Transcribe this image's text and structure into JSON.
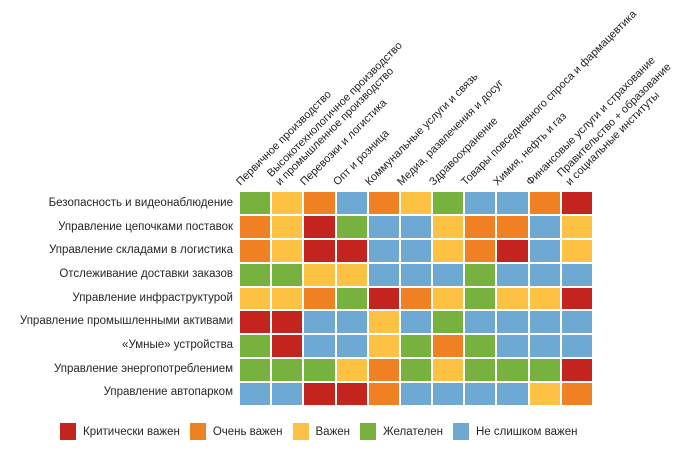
{
  "chart_data": {
    "type": "heatmap",
    "title": "",
    "grid": "2px white gaps between cells",
    "legend_position": "bottom",
    "palette": {
      "R": "#c4241e",
      "O": "#ef8122",
      "Y": "#fdc243",
      "G": "#77b13e",
      "B": "#6ea9d3"
    },
    "levels": {
      "R": "Критически важен",
      "O": "Очень важен",
      "Y": "Важен",
      "G": "Желателен",
      "B": "Не слишком важен"
    },
    "columns": [
      {
        "lines": [
          "Первичное производство"
        ]
      },
      {
        "lines": [
          "Высокотехнологичное производство",
          "и промышленное производство"
        ]
      },
      {
        "lines": [
          "Перевозки и логистика"
        ]
      },
      {
        "lines": [
          "Опт и розница"
        ]
      },
      {
        "lines": [
          "Коммунальные услуги и связь"
        ]
      },
      {
        "lines": [
          "Медиа, развлечения и досуг"
        ]
      },
      {
        "lines": [
          "Здравоохранение"
        ]
      },
      {
        "lines": [
          "Товары повседневного спроса и фармацевтика"
        ]
      },
      {
        "lines": [
          "Химия, нефть и газ"
        ]
      },
      {
        "lines": [
          "Финансовые услуги и страхование"
        ]
      },
      {
        "lines": [
          "Правительство + образование",
          "и социальные институты"
        ]
      }
    ],
    "rows": [
      "Безопасность и видеонаблюдение",
      "Управление цепочками поставок",
      "Управление складами в логистика",
      "Отслеживание доставки заказов",
      "Управление инфраструктурой",
      "Управление промышленными активами",
      "«Умные» устройства",
      "Управление энергопотреблением",
      "Управление автопарком"
    ],
    "cells": [
      [
        "G",
        "Y",
        "O",
        "B",
        "O",
        "Y",
        "G",
        "B",
        "B",
        "O",
        "R"
      ],
      [
        "O",
        "Y",
        "R",
        "G",
        "B",
        "B",
        "Y",
        "O",
        "O",
        "B",
        "Y"
      ],
      [
        "O",
        "Y",
        "R",
        "R",
        "B",
        "B",
        "Y",
        "O",
        "R",
        "B",
        "Y"
      ],
      [
        "G",
        "G",
        "Y",
        "Y",
        "B",
        "B",
        "B",
        "G",
        "B",
        "B",
        "B"
      ],
      [
        "Y",
        "Y",
        "O",
        "G",
        "R",
        "O",
        "Y",
        "G",
        "Y",
        "Y",
        "R"
      ],
      [
        "R",
        "R",
        "B",
        "B",
        "Y",
        "B",
        "G",
        "B",
        "B",
        "B",
        "B"
      ],
      [
        "G",
        "R",
        "B",
        "B",
        "Y",
        "G",
        "O",
        "G",
        "B",
        "B",
        "B"
      ],
      [
        "G",
        "G",
        "G",
        "Y",
        "O",
        "G",
        "Y",
        "G",
        "G",
        "G",
        "R"
      ],
      [
        "B",
        "B",
        "R",
        "R",
        "O",
        "B",
        "B",
        "B",
        "B",
        "Y",
        "O"
      ]
    ],
    "legend": [
      {
        "key": "R",
        "label": "Критически важен"
      },
      {
        "key": "O",
        "label": "Очень важен"
      },
      {
        "key": "Y",
        "label": "Важен"
      },
      {
        "key": "G",
        "label": "Желателен"
      },
      {
        "key": "B",
        "label": "Не слишком важен"
      }
    ]
  }
}
